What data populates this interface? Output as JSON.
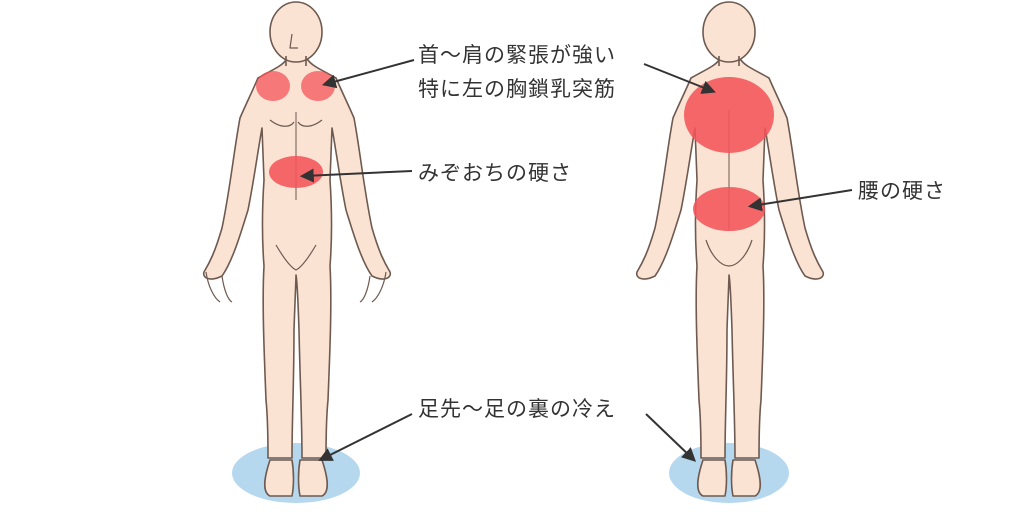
{
  "labels": {
    "neck_line1": "首〜肩の緊張が強い",
    "neck_line2": "特に左の胸鎖乳突筋",
    "solar_plexus": "みぞおちの硬さ",
    "waist": "腰の硬さ",
    "feet": "足先〜足の裏の冷え"
  },
  "colors": {
    "skin": "#fbe3d4",
    "outline": "#6e5a50",
    "tension_area": "#f4545a",
    "cold_area": "#a8d1ec",
    "arrow": "#333333",
    "text": "#333333"
  }
}
